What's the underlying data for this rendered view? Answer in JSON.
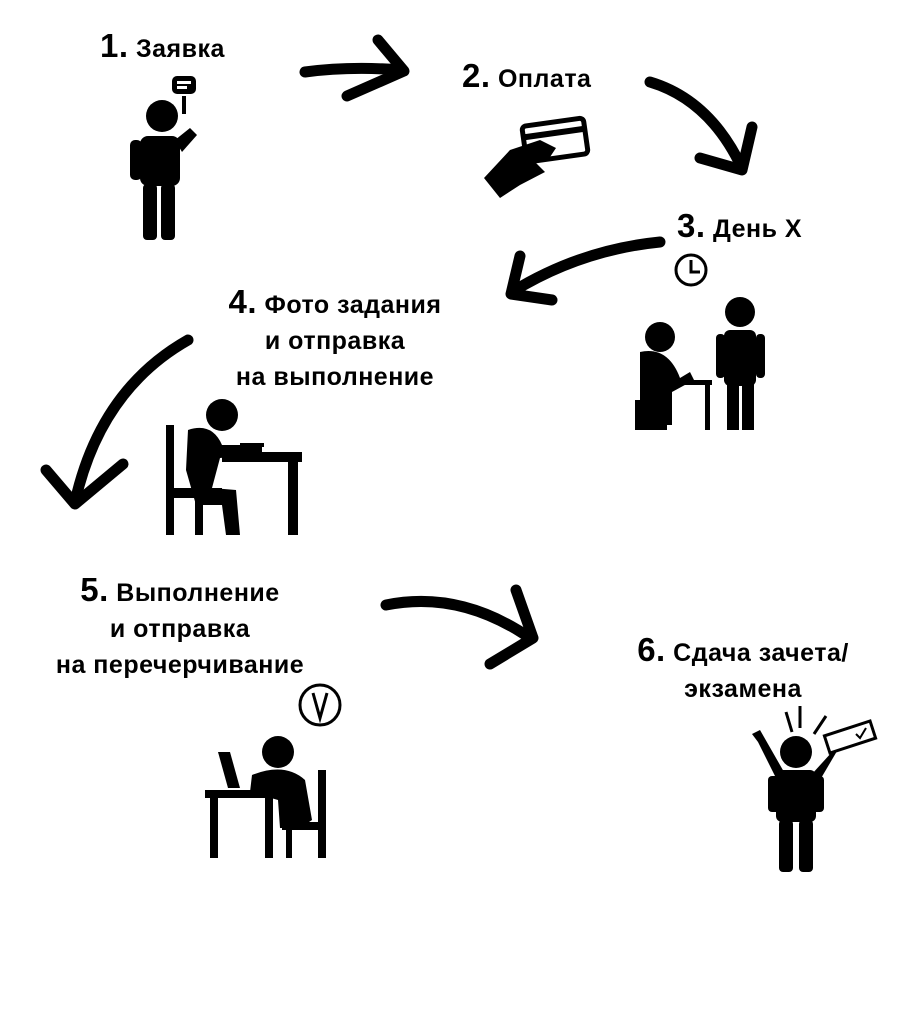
{
  "steps": [
    {
      "number": "1.",
      "lines": [
        "Заявка"
      ]
    },
    {
      "number": "2.",
      "lines": [
        "Оплата"
      ]
    },
    {
      "number": "3.",
      "lines": [
        "День X"
      ]
    },
    {
      "number": "4.",
      "lines": [
        "Фото задания",
        "и отправка",
        "на выполнение"
      ]
    },
    {
      "number": "5.",
      "lines": [
        "Выполнение",
        "и отправка",
        "на перечерчивание"
      ]
    },
    {
      "number": "6.",
      "lines": [
        "Сдача зачета/",
        "экзамена"
      ]
    }
  ],
  "icons": [
    "person-phone-icon",
    "card-payment-icon",
    "clock-icon",
    "exam-room-icon",
    "person-desk-icon",
    "clock-icon",
    "person-laptop-icon",
    "celebrating-student-icon"
  ],
  "colors": {
    "ink": "#000000",
    "background": "#ffffff"
  }
}
